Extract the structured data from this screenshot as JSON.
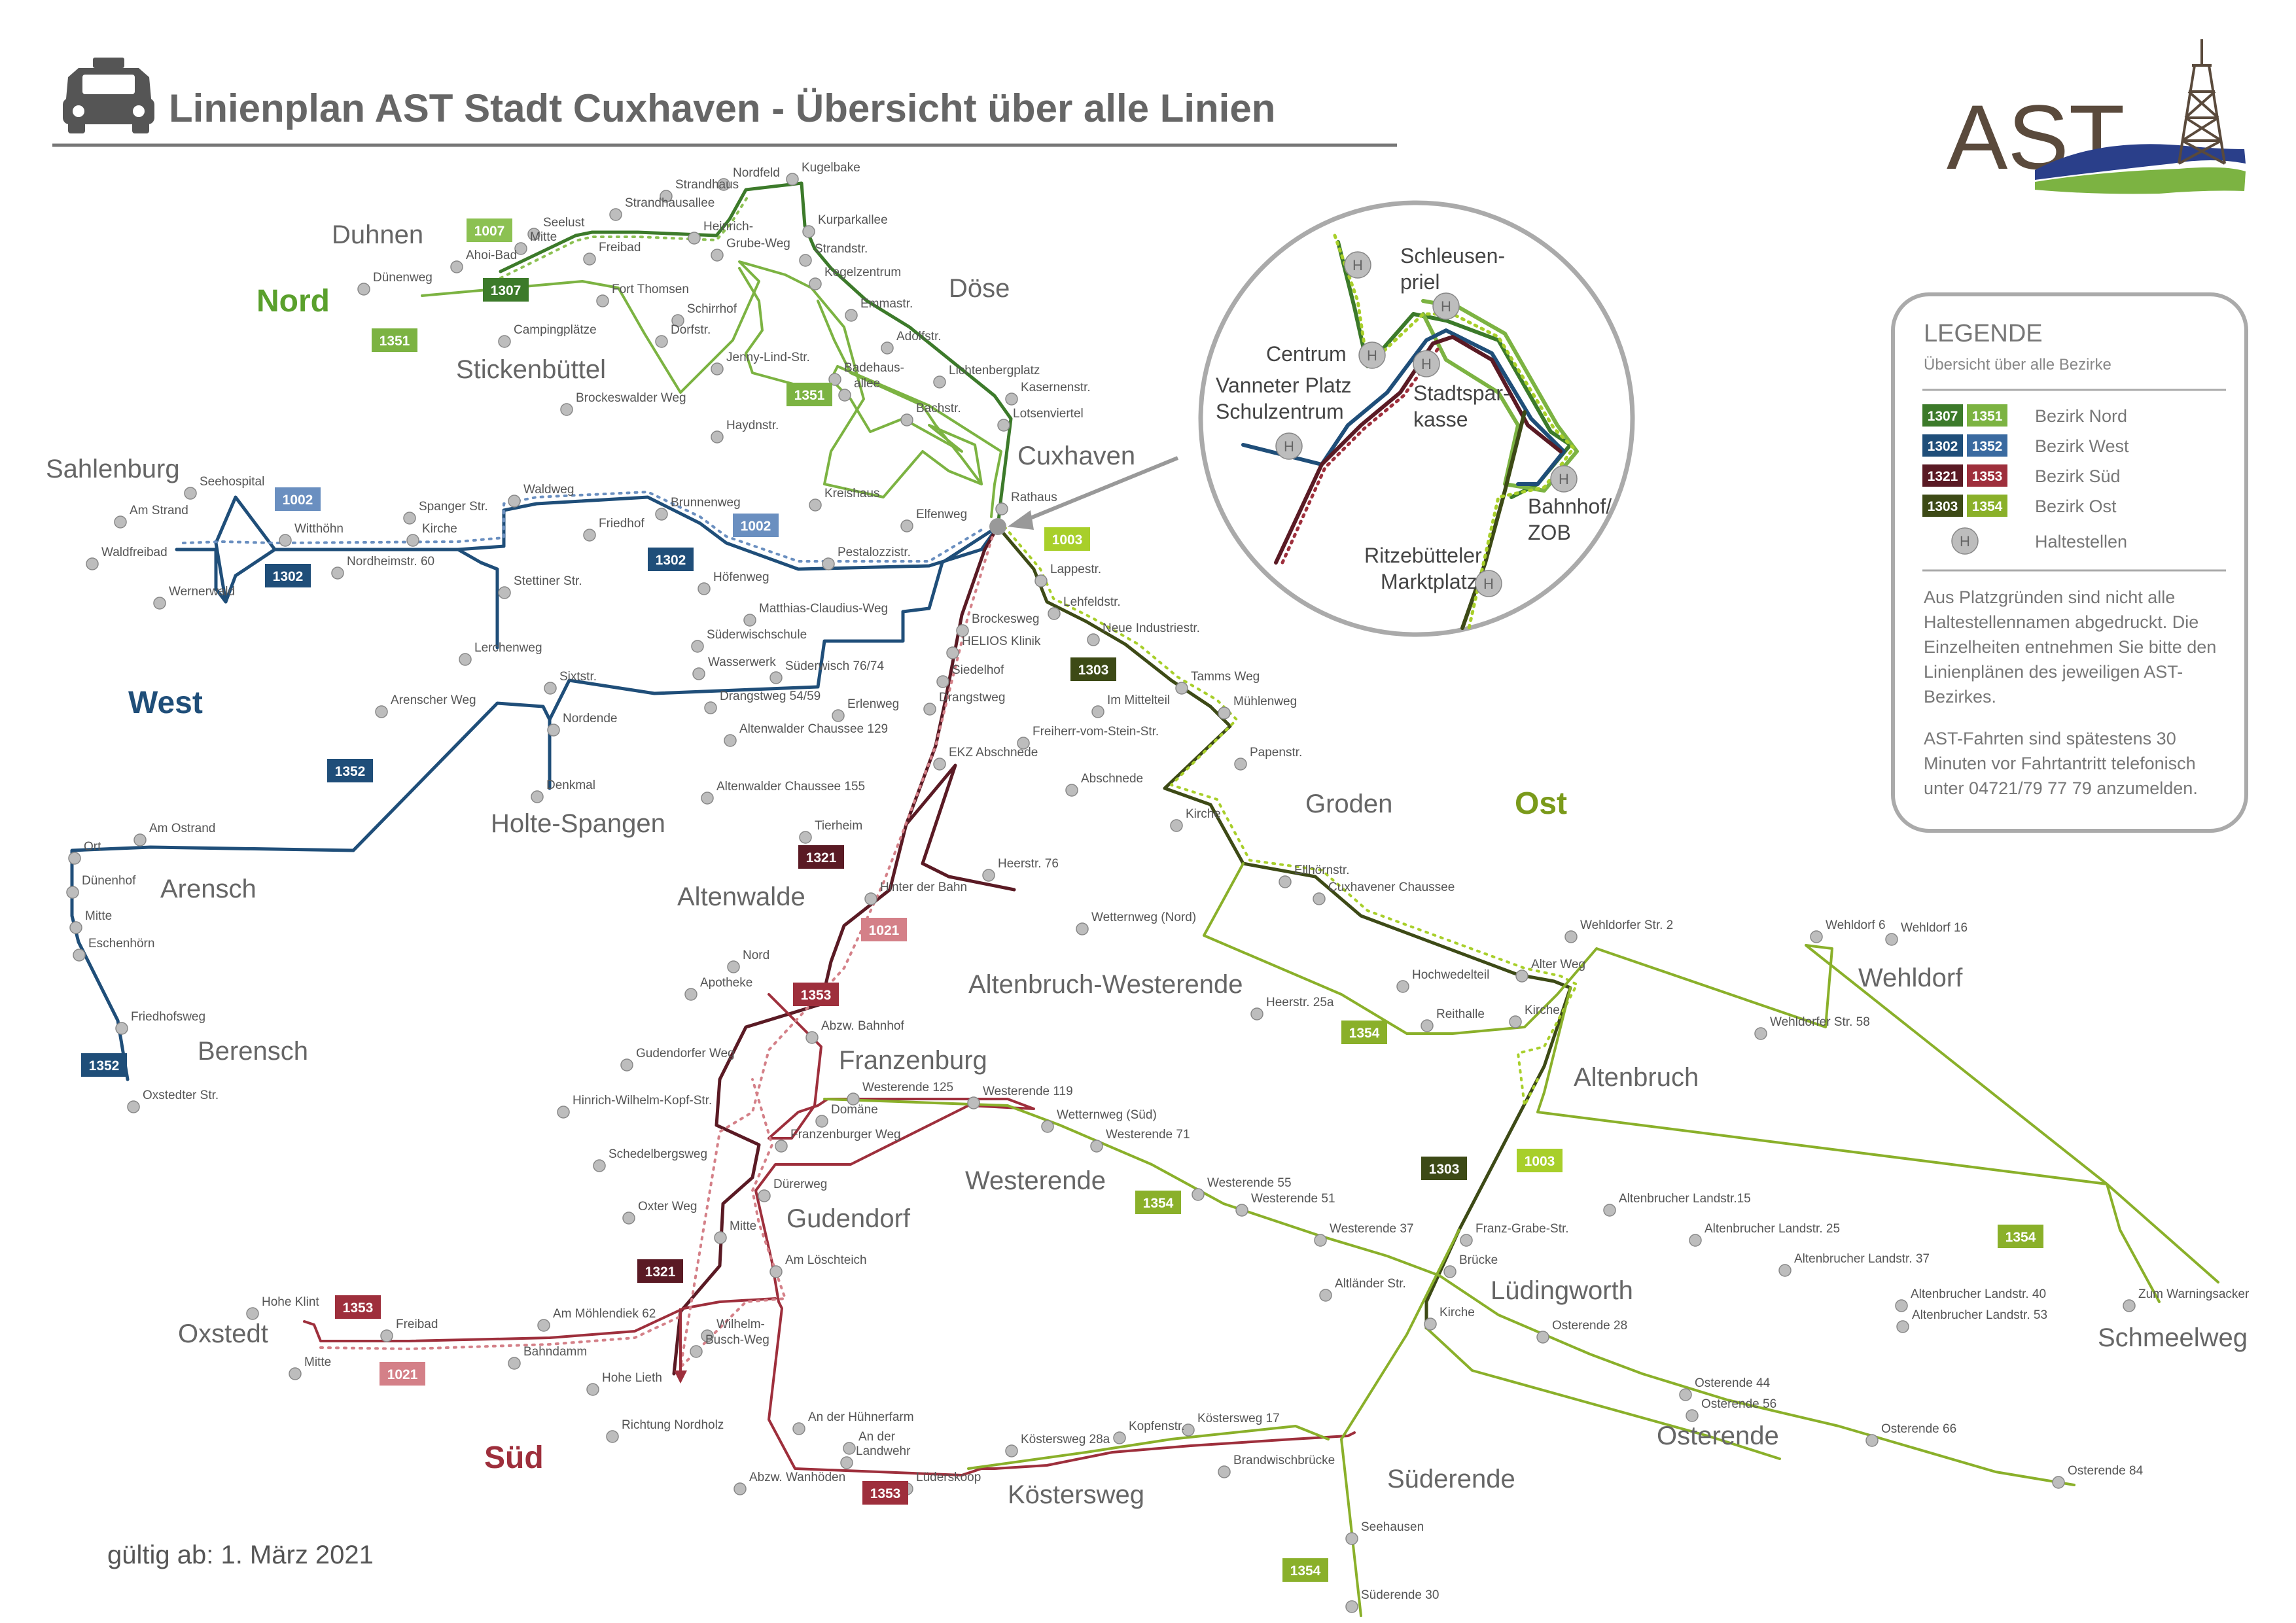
{
  "title": "Linienplan AST Stadt Cuxhaven - Übersicht über alle Linien",
  "logo_text": "AST",
  "valid_from": "gültig ab: 1. März 2021",
  "colors": {
    "nord_dark": "#3c7a2a",
    "nord_light": "#7cb342",
    "west_dark": "#1f4e79",
    "west_light": "#5b84b1",
    "sued_dark": "#5a1a24",
    "sued_light": "#9e2f3c",
    "ost_dark": "#3d4a16",
    "ost_light": "#8ab02a",
    "line_1002": "#6a8fc0",
    "line_1003": "#a8cf2a",
    "line_1007": "#8cc152",
    "line_1021": "#d48088"
  },
  "legend": {
    "heading": "LEGENDE",
    "subheading": "Übersicht über alle Bezirke",
    "entries": [
      {
        "lines": [
          "1307",
          "1351"
        ],
        "label": "Bezirk Nord"
      },
      {
        "lines": [
          "1302",
          "1352"
        ],
        "label": "Bezirk West"
      },
      {
        "lines": [
          "1321",
          "1353"
        ],
        "label": "Bezirk Süd"
      },
      {
        "lines": [
          "1303",
          "1354"
        ],
        "label": "Bezirk Ost"
      }
    ],
    "stop_symbol": "H",
    "stop_label": "Haltestellen",
    "note1": [
      "Aus Platzgründen sind  nicht alle",
      "Haltestellennamen abgedruckt. Die",
      "Einzelheiten entnehmen Sie bitte den",
      "Linienplänen des jeweiligen AST-",
      "Bezirkes."
    ],
    "note2": [
      "AST-Fahrten sind spätestens 30",
      "Minuten vor Fahrtantritt telefonisch",
      "unter 04721/79 77 79 anzumelden."
    ]
  },
  "districts": [
    "Nord",
    "West",
    "Süd",
    "Ost"
  ],
  "places": [
    "Duhnen",
    "Döse",
    "Stickenbüttel",
    "Cuxhaven",
    "Sahlenburg",
    "Holte-Spangen",
    "Arensch",
    "Altenwalde",
    "Berensch",
    "Altenbruch-Westerende",
    "Groden",
    "Wehldorf",
    "Franzenburg",
    "Altenbruch",
    "Westerende",
    "Gudendorf",
    "Lüdingworth",
    "Oxstedt",
    "Schmeelweg",
    "Osterende",
    "Süderende",
    "Köstersweg"
  ],
  "line_badges": [
    "1007",
    "1307",
    "1351",
    "1351",
    "1002",
    "1302",
    "1002",
    "1302",
    "1352",
    "1352",
    "1003",
    "1303",
    "1321",
    "1021",
    "1353",
    "1321",
    "1353",
    "1021",
    "1353",
    "1303",
    "1003",
    "1354",
    "1354",
    "1354",
    "1354"
  ],
  "inset_labels": [
    "Schleusen-",
    "priel",
    "Centrum",
    "Vanneter Platz",
    "Schulzentrum",
    "Stadtspar-",
    "kasse",
    "Bahnhof/",
    "ZOB",
    "Ritzebütteler",
    "Marktplatz"
  ],
  "stops": [
    "Kugelbake",
    "Nordfeld",
    "Strandhaus",
    "Strandhausallee",
    "Kurparkallee",
    "Seelust",
    "Mitte",
    "Heinrich-",
    "Grube-Weg",
    "Ahoi-Bad",
    "Freibad",
    "Strandstr.",
    "Kegelzentrum",
    "Dünenweg",
    "Fort Thomsen",
    "Emmastr.",
    "Schirrhof",
    "Campingplätze",
    "Dorfstr.",
    "Adolfstr.",
    "Jenny-Lind-Str.",
    "Lichtenbergplatz",
    "Badehaus-",
    "allee",
    "Kasernenstr.",
    "Bachstr.",
    "Haydnstr.",
    "Lotsenviertel",
    "Brockeswalder Weg",
    "Kreishaus",
    "Rathaus",
    "Elfenweg",
    "Seehospital",
    "Waldweg",
    "Spanger Str.",
    "Brunnenweg",
    "Am Strand",
    "Witthöhn",
    "Kirche",
    "Friedhof",
    "Nordheimstr. 60",
    "Waldfreibad",
    "Wernerwald",
    "Stettiner Str.",
    "Pestalozzistr.",
    "Höfenweg",
    "Lerchenweg",
    "Matthias-Claudius-Weg",
    "Süderwischschule",
    "Wasserwerk",
    "Süderwisch 76/74",
    "Sixtstr.",
    "Drangstweg 54/59",
    "Erlenweg",
    "Arenscher Weg",
    "Nordende",
    "Altenwalder Chaussee 129",
    "Denkmal",
    "Am Ostrand",
    "Ort",
    "Dünenhof",
    "Mitte",
    "Eschenhörn",
    "Friedhofsweg",
    "Oxstedter Str.",
    "Lappestr.",
    "Lehfeldstr.",
    "Brockesweg",
    "HELIOS Klinik",
    "Neue Industriestr.",
    "Siedelhof",
    "Drangstweg",
    "Tamms Weg",
    "Im Mittelteil",
    "Mühlenweg",
    "Freiherr-vom-Stein-Str.",
    "EKZ Abschnede",
    "Papenstr.",
    "Abschnede",
    "Altenwalder Chaussee 155",
    "Kirche",
    "Tierheim",
    "Heerstr. 76",
    "Hinter der Bahn",
    "Ellhörnstr.",
    "Cuxhavener Chaussee",
    "Wetternweg (Nord)",
    "Wehldorfer Str. 2",
    "Wehldorf 6",
    "Wehldorf 16",
    "Nord",
    "Hochwedelteil",
    "Alter Weg",
    "Apotheke",
    "Heerstr. 25a",
    "Reithalle",
    "Kirche",
    "Wehldorfer Str. 58",
    "Abzw. Bahnhof",
    "Gudendorfer Weg",
    "Westerende 125",
    "Westerende 119",
    "Hinrich-Wilhelm-Kopf-Str.",
    "Domäne",
    "Wetternweg (Süd)",
    "Westerende 71",
    "Franzenburger Weg",
    "Schedelbergsweg",
    "Dürerweg",
    "Westerende 55",
    "Westerende 51",
    "Altenbrucher Landstr.15",
    "Oxter Weg",
    "Mitte",
    "Westerende 37",
    "Altenbrucher Landstr. 25",
    "Franz-Grabe-Str.",
    "Am Löschteich",
    "Brücke",
    "Altenbrucher Landstr. 37",
    "Altländer Str.",
    "Altenbrucher Landstr. 40",
    "Zum Warningsacker",
    "Hohe Klint",
    "Am Möhlendiek 62",
    "Wilhelm-",
    "Busch-Weg",
    "Kirche",
    "Altenbrucher Landstr. 53",
    "Freibad",
    "Osterende 28",
    "Bahndamm",
    "Mitte",
    "Hohe Lieth",
    "Osterende 44",
    "Osterende 56",
    "An der Hühnerfarm",
    "Richtung Nordholz",
    "Köstersweg 17",
    "Osterende 66",
    "Kopfenstr.",
    "Köstersweg 28a",
    "An der",
    "Landwehr",
    "Brandwischbrücke",
    "Osterende  84",
    "Abzw. Wanhöden",
    "Lüderskoop",
    "Seehausen",
    "Süderende 30"
  ]
}
